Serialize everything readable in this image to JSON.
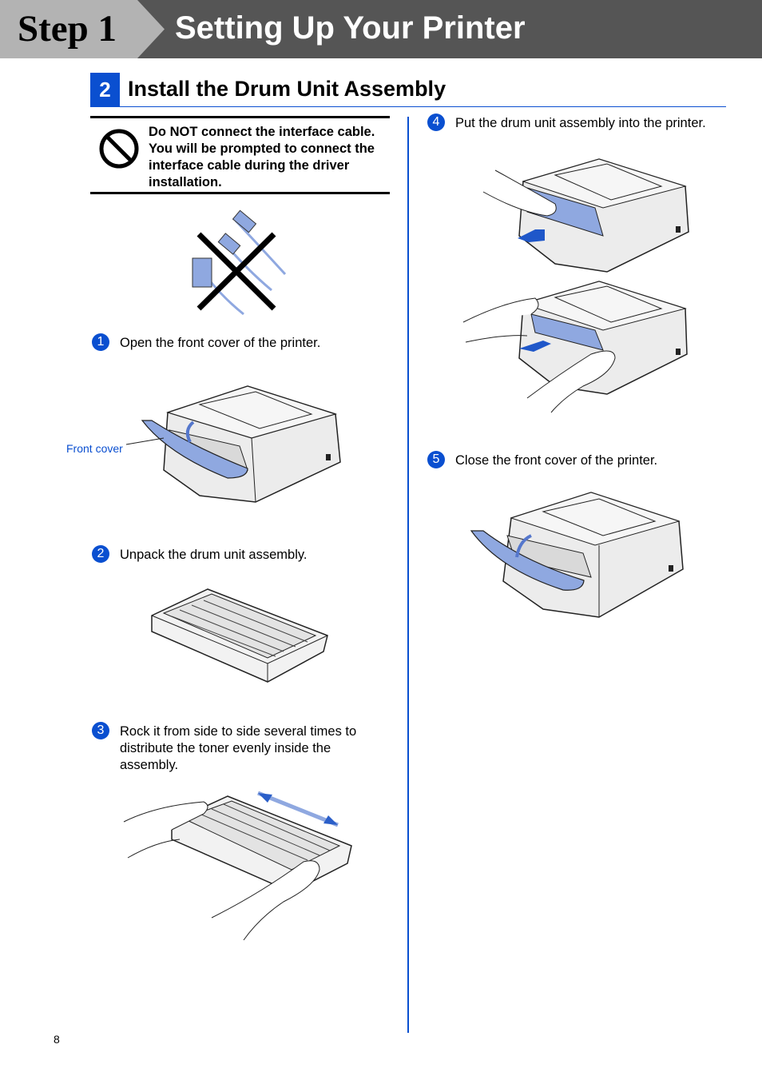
{
  "header": {
    "step_label": "Step 1",
    "title": "Setting Up Your Printer"
  },
  "section": {
    "number": "2",
    "title": "Install the Drum Unit Assembly"
  },
  "warning": {
    "icon": "prohibition-icon",
    "text": "Do NOT connect the interface cable. You will be prompted to connect the interface cable during the driver installation."
  },
  "steps": [
    {
      "number": "1",
      "text": "Open the front cover of the printer."
    },
    {
      "number": "2",
      "text": "Unpack the drum unit assembly."
    },
    {
      "number": "3",
      "text": "Rock it from side to side several times to distribute the toner evenly inside the assembly."
    },
    {
      "number": "4",
      "text": "Put the drum unit assembly into the printer."
    },
    {
      "number": "5",
      "text": "Close the front cover of the printer."
    }
  ],
  "callouts": {
    "front_cover": "Front cover"
  },
  "footer": {
    "page_number": "8"
  },
  "colors": {
    "accent": "#0a4fd0",
    "header_band": "#555555",
    "illustration_blue": "#8fa8e0"
  }
}
